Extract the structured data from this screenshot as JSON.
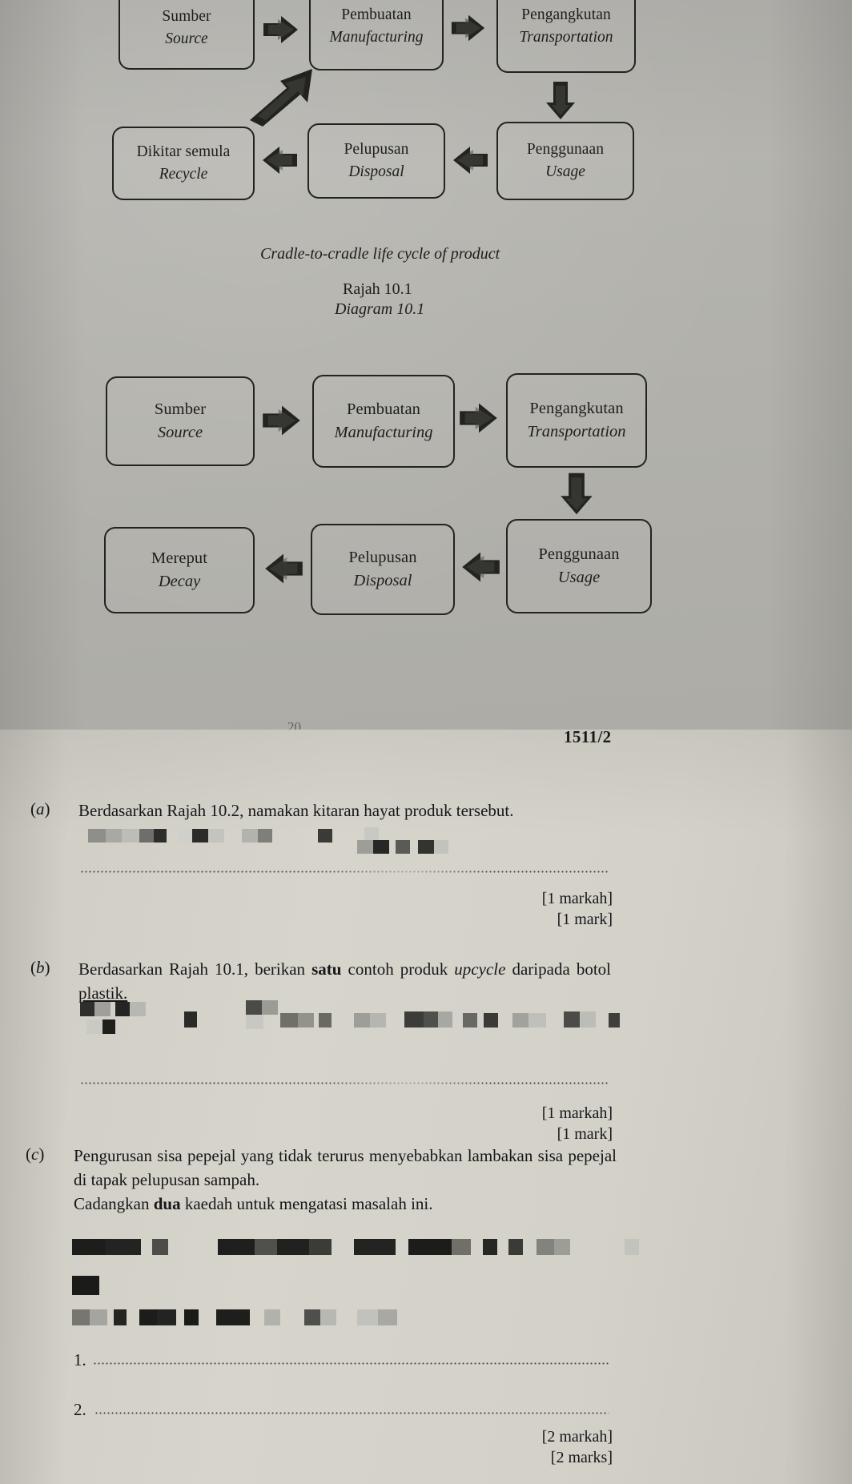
{
  "page": {
    "paper_code": "1511/2",
    "page_number_fragment": "20"
  },
  "diagram_1": {
    "caption_italic": "Cradle-to-cradle life cycle of product",
    "label_ms": "Rajah 10.1",
    "label_en": "Diagram 10.1",
    "boxes": [
      {
        "ms": "Sumber",
        "en": "Source"
      },
      {
        "ms": "Pembuatan",
        "en": "Manufacturing"
      },
      {
        "ms": "Pengangkutan",
        "en": "Transportation"
      },
      {
        "ms": "Penggunaan",
        "en": "Usage"
      },
      {
        "ms": "Pelupusan",
        "en": "Disposal"
      },
      {
        "ms": "Dikitar semula",
        "en": "Recycle"
      }
    ],
    "arrows": [
      "arrow-right",
      "arrow-right",
      "arrow-down",
      "arrow-left",
      "arrow-left",
      "arrow-diagonal-up-right"
    ]
  },
  "diagram_2": {
    "boxes": [
      {
        "ms": "Sumber",
        "en": "Source"
      },
      {
        "ms": "Pembuatan",
        "en": "Manufacturing"
      },
      {
        "ms": "Pengangkutan",
        "en": "Transportation"
      },
      {
        "ms": "Penggunaan",
        "en": "Usage"
      },
      {
        "ms": "Pelupusan",
        "en": "Disposal"
      },
      {
        "ms": "Mereput",
        "en": "Decay"
      }
    ],
    "arrows": [
      "arrow-right",
      "arrow-right",
      "arrow-down",
      "arrow-left",
      "arrow-left"
    ]
  },
  "questions": [
    {
      "label": "(a)",
      "text_html": "Berdasarkan Rajah 10.2, namakan kitaran hayat produk tersebut.",
      "marks_ms": "[1 markah]",
      "marks_en": "[1 mark]"
    },
    {
      "label": "(b)",
      "text_html": "Berdasarkan Rajah 10.1, berikan <b>satu</b> contoh produk <i>upcycle</i> daripada botol <u>plastik.</u>",
      "marks_ms": "[1 markah]",
      "marks_en": "[1 mark]"
    },
    {
      "label": "(c)",
      "text_html": "Pengurusan sisa pepejal yang tidak terurus menyebabkan lambakan sisa pepejal di tapak pelupusan sampah.<br>Cadangkan <b>dua</b> kaedah untuk mengatasi masalah ini.",
      "marks_ms": "[2 markah]",
      "marks_en": "[2 marks]",
      "answer_numbers": [
        "1.",
        "2."
      ]
    }
  ],
  "colors": {
    "photo_background": "#b3b2ac",
    "sheet_background": "#d3d1c8",
    "ink": "#1e1e1c",
    "redaction": "#6e6e6a"
  }
}
